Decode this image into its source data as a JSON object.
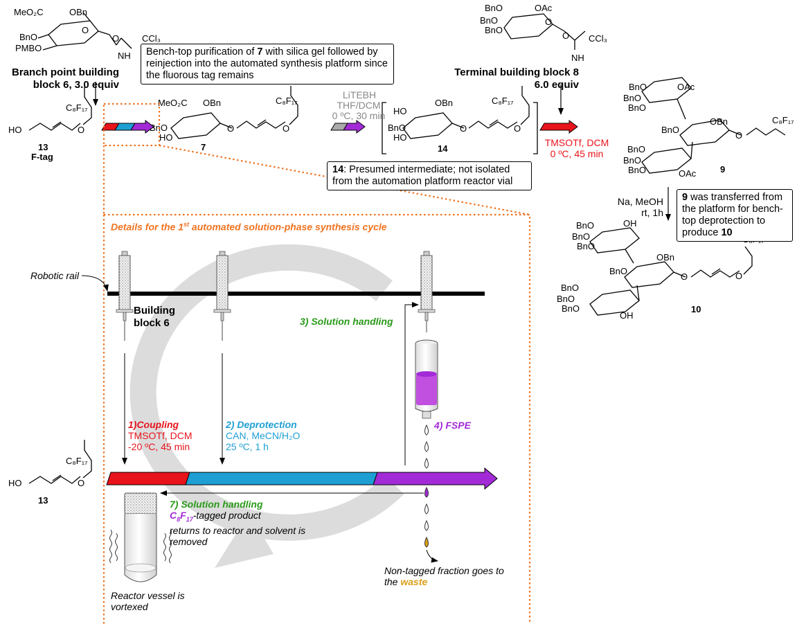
{
  "colors": {
    "red": "#e8131b",
    "blue": "#1e9fd3",
    "purple": "#a22bd7",
    "green": "#2a9a1a",
    "orange": "#f07320",
    "gold": "#dba019",
    "gray": "#888888"
  },
  "top": {
    "branch_label_line1": "Branch point building",
    "branch_label_line2": "block 6, 3.0 equiv",
    "bench_top_note": {
      "pre": "Bench-top purification of ",
      "num": "7",
      "post": " with silica gel followed by reinjection into the automated synthesis platform since the fluorous tag remains"
    },
    "terminal_label_line1": "Terminal building block 8",
    "terminal_label_line2": "6.0 equiv",
    "ftag_number": "13",
    "ftag_label": "F-tag",
    "compound7": "7",
    "compound14": "14",
    "compound9": "9",
    "compound10": "10",
    "litebh_line1": "LiTEBH",
    "litebh_line2": "THF/DCM",
    "litebh_line3": "0 ºC, 30 min",
    "tmsotf_line1": "TMSOTf, DCM",
    "tmsotf_line2": "0 ºC, 45 min",
    "intermediate_note": {
      "num": "14",
      "text": ": Presumed intermediate; not isolated from the automation platform reactor vial"
    },
    "deprot_line1": "Na, MeOH",
    "deprot_line2": "rt, 1h",
    "transfer_note": {
      "num": "9",
      "text": " was transferred from the platform for bench-top deprotection to produce ",
      "num2": "10"
    }
  },
  "panel": {
    "title": "Details for the 1st automated solution-phase synthesis cycle",
    "title_pre": "Details for the 1",
    "title_sup": "st",
    "title_post": " automated solution-phase synthesis cycle",
    "robotic_rail": "Robotic rail",
    "building_block_line1": "Building",
    "building_block_line2": "block 6",
    "step3": "3) Solution handling",
    "step1_title": "1)Coupling",
    "step1_line1": "TMSOTf, DCM",
    "step1_line2": "-20 ºC, 45 min",
    "step2_title": "2) Deprotection",
    "step2_line1": "CAN, MeCN/H₂O",
    "step2_line2": "25 ºC, 1 h",
    "step4": "4) FSPE",
    "step7_title": "7) Solution handling",
    "step7_tag": "C8F17",
    "step7_line1_post": "-tagged product",
    "step7_line2": "returns to reactor and solvent is",
    "step7_line3": "removed",
    "reactor_line1": "Reactor vessel is",
    "reactor_line2": "vortexed",
    "waste_line1": "Non-tagged fraction goes to",
    "waste_line2_pre": "the ",
    "waste_word": "waste",
    "compound13": "13"
  }
}
